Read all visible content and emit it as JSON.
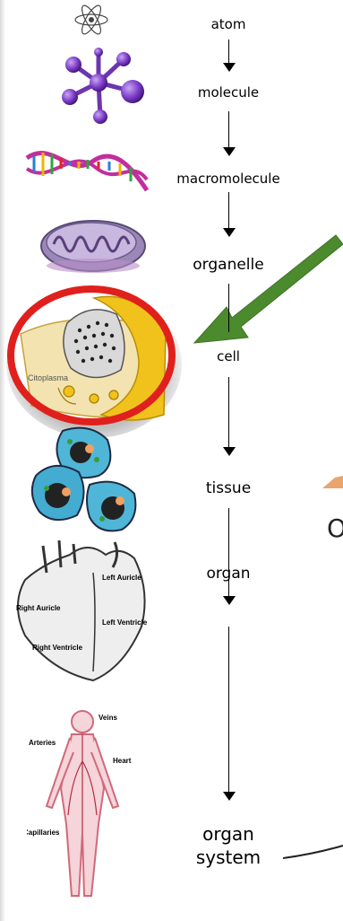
{
  "levels": [
    {
      "label": "atom",
      "icon": "atom-icon"
    },
    {
      "label": "molecule",
      "icon": "molecule-icon"
    },
    {
      "label": "macromolecule",
      "icon": "dna-icon"
    },
    {
      "label": "organelle",
      "icon": "mitochondrion-icon"
    },
    {
      "label": "cell",
      "icon": "cell-icon"
    },
    {
      "label": "tissue",
      "icon": "tissue-icon"
    },
    {
      "label": "organ",
      "icon": "heart-icon"
    },
    {
      "label": "organ system",
      "icon": "circulatory-system-icon"
    }
  ],
  "cell_image_text": "Citoplasma",
  "heart_labels": {
    "left_auricle": "Left Auricle",
    "right_auricle": "Right Auricle",
    "left_ventricle": "Left Ventricle",
    "right_ventricle": "Right Ventricle"
  },
  "body_labels": {
    "veins": "Veins",
    "arteries": "Arteries",
    "heart": "Heart",
    "capillaries": "Capillaries"
  },
  "partial_text": "O",
  "colors": {
    "highlight_circle": "#e0201c",
    "pointer_arrow": "#4c8a2e",
    "molecule": "#7a3bc8",
    "cell_yellow": "#f1c21b"
  }
}
